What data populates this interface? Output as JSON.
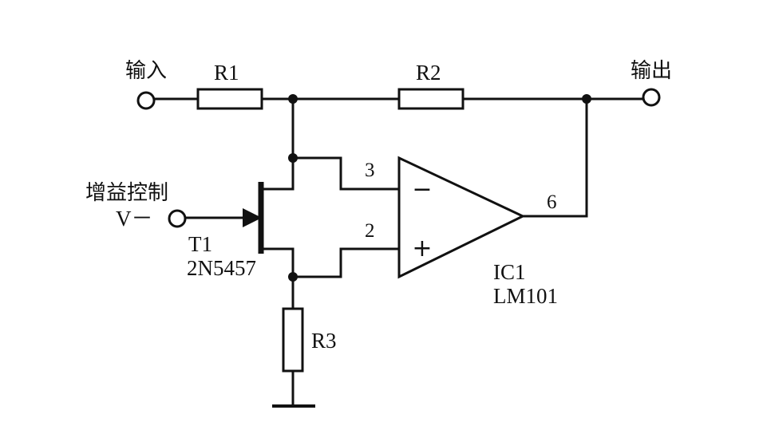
{
  "labels": {
    "input": "输入",
    "output": "输出",
    "gain_control": "增益控制",
    "v_minus": "V－",
    "r1": "R1",
    "r2": "R2",
    "r3": "R3",
    "t1": "T1",
    "t1_part": "2N5457",
    "ic1": "IC1",
    "ic1_part": "LM101",
    "pin_inverting": "3",
    "pin_noninverting": "2",
    "pin_output": "6",
    "minus_sign": "−",
    "plus_sign": "+"
  }
}
